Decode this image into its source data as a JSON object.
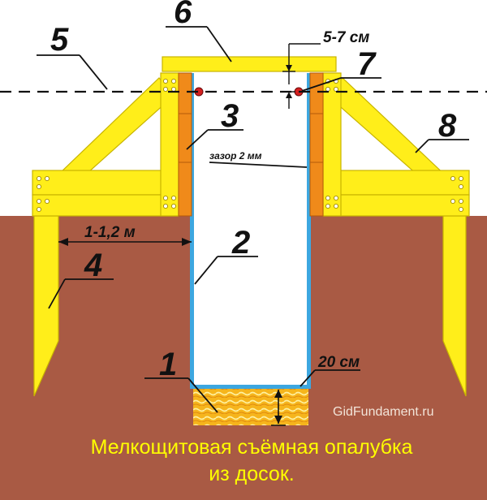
{
  "labels": {
    "n1": "1",
    "n2": "2",
    "n3": "3",
    "n4": "4",
    "n5": "5",
    "n6": "6",
    "n7": "7",
    "n8": "8"
  },
  "dimensions": {
    "gap_top": "5-7 см",
    "clearance": "зазор 2 мм",
    "width": "1-1,2 м",
    "cushion": "20 см"
  },
  "watermark": "GidFundament.ru",
  "caption": {
    "line1": "Мелкощитовая съёмная опалубка",
    "line2": "из досок."
  },
  "colors": {
    "soil": "#a95a44",
    "board": "#ffee1a",
    "board_edge": "#c8b400",
    "panel": "#f08a1a",
    "film": "#3da7e0",
    "sand": "#f5b21c",
    "caption_text": "#ffff00"
  }
}
